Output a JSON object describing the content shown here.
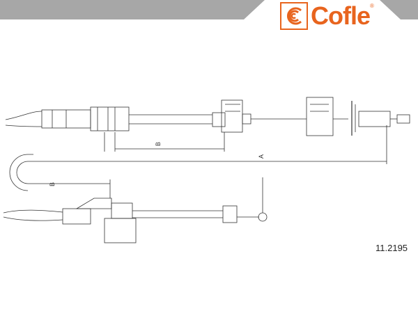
{
  "brand": {
    "name": "Cofle",
    "logo_color": "#e8641e",
    "band_color": "#a7a7a7"
  },
  "drawing": {
    "line_color": "#333333",
    "dim_labels": {
      "total_length": "A",
      "mid_length": "B",
      "lower_length": "B"
    }
  },
  "part_number": "11.2195"
}
